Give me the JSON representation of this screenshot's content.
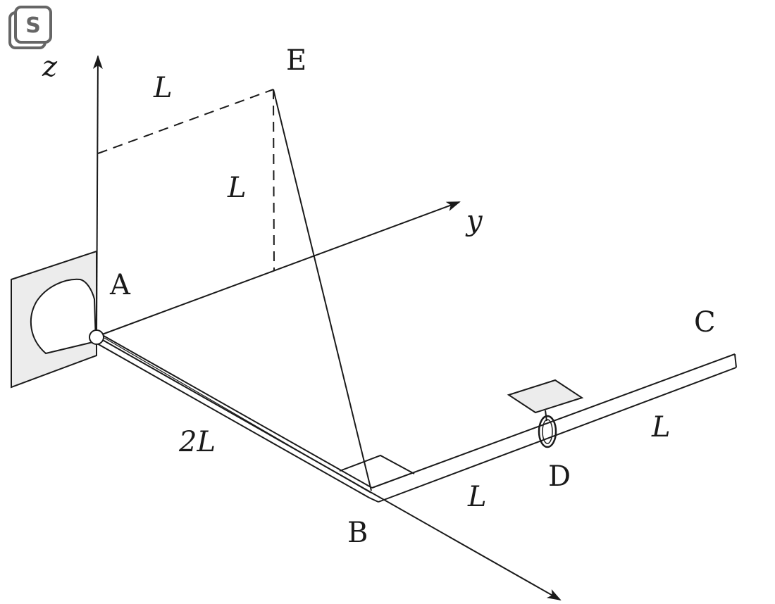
{
  "logo": {
    "letter": "S"
  },
  "axes": {
    "z": "z",
    "y": "y"
  },
  "points": {
    "A": "A",
    "B": "B",
    "C": "C",
    "D": "D",
    "E": "E"
  },
  "dimensions": {
    "top_L": "L",
    "vertical_L": "L",
    "AB_length": "2L",
    "BD_length": "L",
    "DC_length": "L"
  },
  "colors": {
    "line": "#1a1a1a",
    "plate_fill": "#ececec",
    "logo": "#666666"
  }
}
